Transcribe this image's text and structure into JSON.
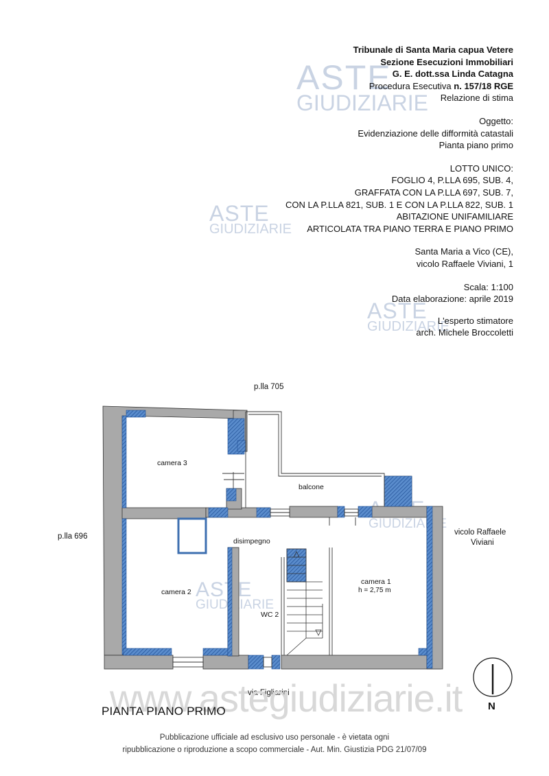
{
  "header": {
    "court": "Tribunale di Santa Maria capua Vetere",
    "section": "Sezione Esecuzioni Immobiliari",
    "judge": "G. E. dott.ssa Linda Catagna",
    "procedure_prefix": "Procedura Esecutiva",
    "procedure_number": "n. 157/18 RGE",
    "report": "Relazione di stima",
    "object_label": "Oggetto:",
    "object_line1": "Evidenziazione delle difformità catastali",
    "object_line2": "Pianta piano primo",
    "lot_title": "LOTTO UNICO:",
    "lot_line1": "FOGLIO 4, P.LLA 695, SUB. 4,",
    "lot_line2": "GRAFFATA CON LA P.LLA 697, SUB. 7,",
    "lot_line3": "CON LA P.LLA 821, SUB. 1 E CON LA P.LLA 822, SUB. 1",
    "lot_line4": "ABITAZIONE UNIFAMILIARE",
    "lot_line5": "ARTICOLATA TRA PIANO TERRA E PIANO PRIMO",
    "address1": "Santa Maria a Vico (CE),",
    "address2": "vicolo Raffaele Viviani, 1",
    "scale": "Scala:  1:100",
    "date": "Data elaborazione:  aprile 2019",
    "expert_label": "L'esperto stimatore",
    "expert_name": "arch. Michele Broccoletti"
  },
  "plan": {
    "north_label": "p.lla 705",
    "west_label": "p.lla 696",
    "east_label_1": "vicolo Raffaele",
    "east_label_2": "Viviani",
    "south_label": "via Figliarini",
    "rooms": {
      "camera3": "camera 3",
      "balcone": "balcone",
      "disimpegno": "disimpegno",
      "camera2": "camera 2",
      "wc2": "WC 2",
      "camera1": "camera 1",
      "camera1_height": "h = 2,75 m"
    },
    "north_arrow": "N",
    "title": "PIANTA PIANO PRIMO"
  },
  "watermark": {
    "aste": "ASTE",
    "giudiziarie": "GIUDIZIARIE",
    "url": "www.astegiudiziarie.it"
  },
  "footer": {
    "line1": "Pubblicazione ufficiale ad esclusivo uso personale - è vietata ogni",
    "line2": "ripubblicazione o riproduzione a scopo commerciale - Aut. Min. Giustizia PDG 21/07/09"
  },
  "colors": {
    "wall_gray": "#a9a9a9",
    "hatch_blue": "#3d6fb0",
    "watermark": "#c9d3e3"
  }
}
